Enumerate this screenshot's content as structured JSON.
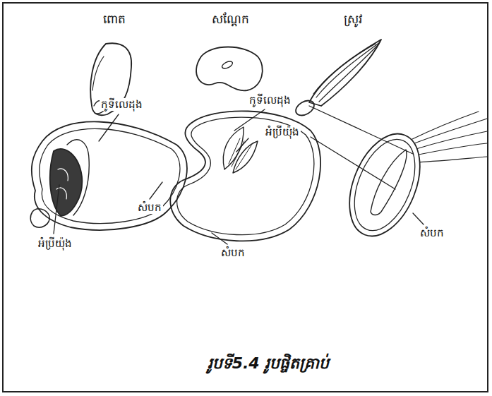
{
  "diagram": {
    "caption": "រូបទី5.4 រូបផ្ចិតគ្រាប់",
    "labels": [
      "ពោត",
      "សណ្តែក",
      "ស្រូវ",
      "កូទីលេដុង",
      "កូទីលេដុង",
      "អំប្រីយ៉ុង",
      "សំបក",
      "សំបក",
      "សំបក",
      "អំប្រីយ៉ុង"
    ]
  }
}
